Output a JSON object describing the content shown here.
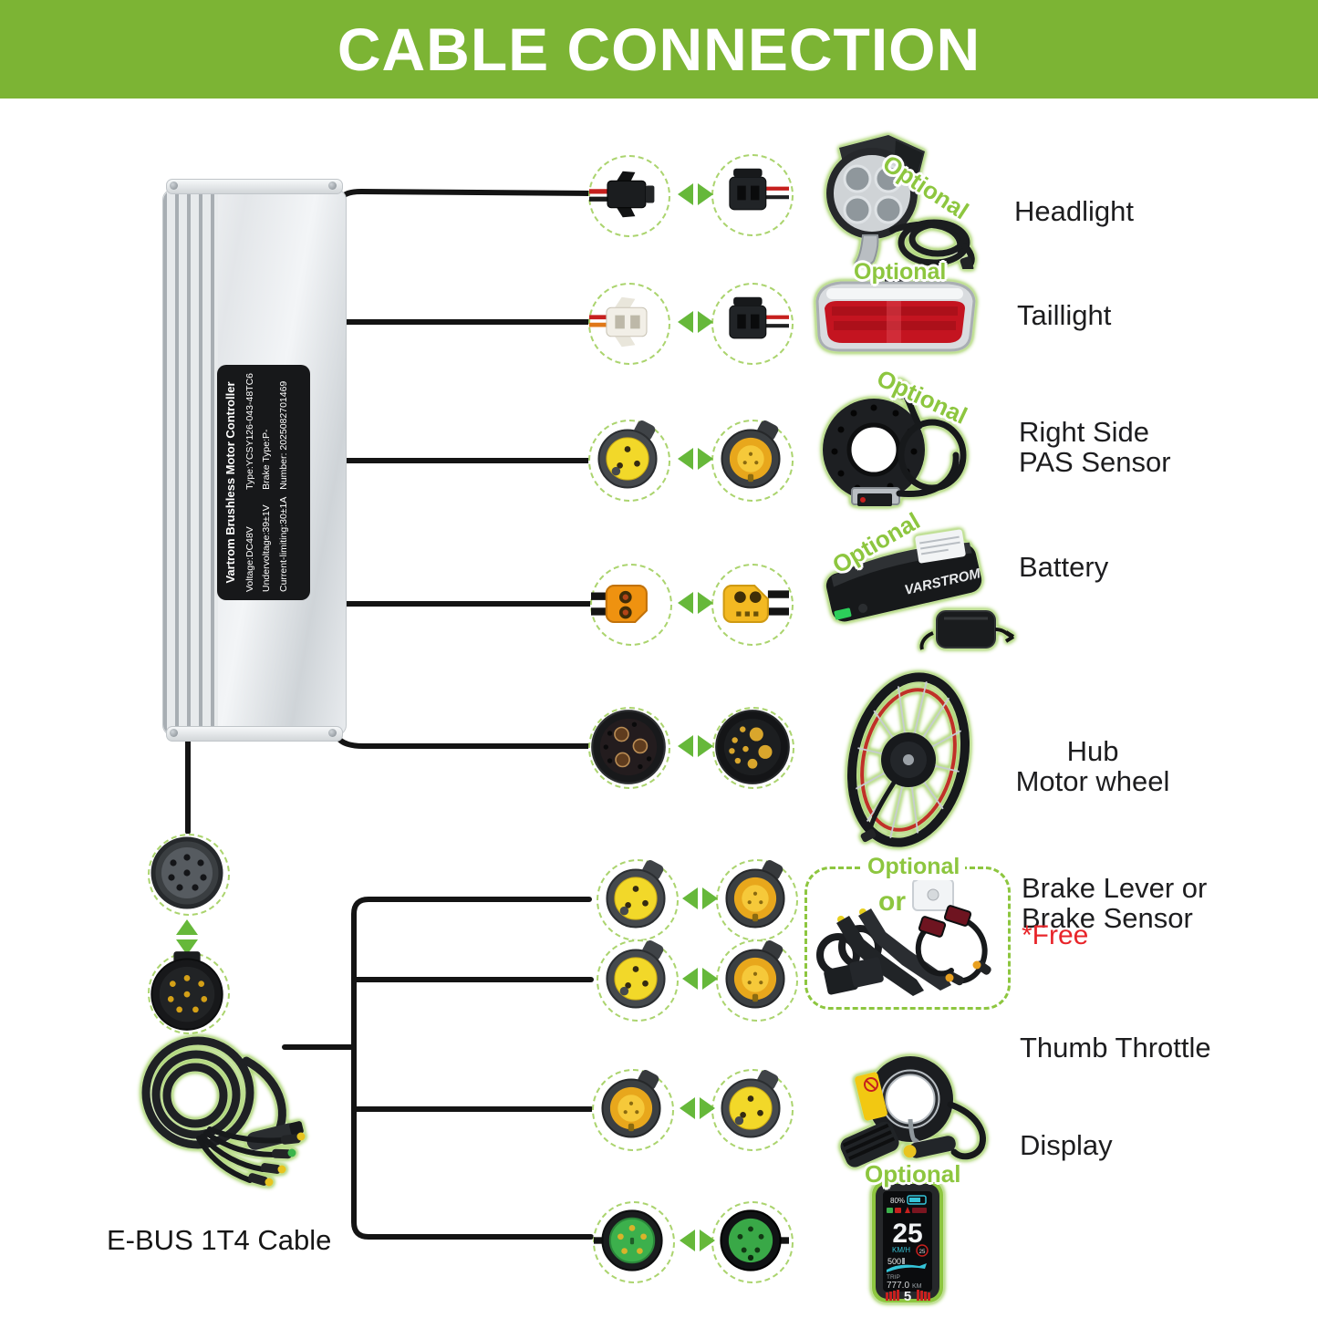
{
  "header": {
    "title": "CABLE CONNECTION"
  },
  "controller": {
    "label_title": "Vartrom Brushless Motor Controller",
    "specs_left": [
      "Voltage:DC48V",
      "Undervoltage:39±1V",
      "Current-limiting:30±1A"
    ],
    "specs_right": [
      "Type:YCSY126-043-48TC6",
      "Brake Type:P-",
      "Number: 2025082701469"
    ]
  },
  "badges": {
    "optional": "Optional",
    "or": "or",
    "free": "*Free"
  },
  "rows": [
    {
      "label": "Headlight"
    },
    {
      "label": "Taillight"
    },
    {
      "label": "Right Side\nPAS Sensor"
    },
    {
      "label": "Battery"
    },
    {
      "label": "Hub\nMotor wheel"
    },
    {
      "label": "Brake Lever or\nBrake Sensor"
    },
    {
      "label": "Thumb Throttle"
    },
    {
      "label": "Display"
    }
  ],
  "ebus_cable": {
    "label": "E-BUS 1T4 Cable"
  },
  "battery_brand": "VARSTROM",
  "display_screen": {
    "battery": "80%",
    "speed": "25",
    "speed_unit": "KM/H",
    "assist": "25",
    "power": "500",
    "trip_label": "TRIP",
    "trip_value": "777.0",
    "trip_unit": "KM",
    "gear": "5"
  },
  "colors": {
    "header_green": "#7cb434",
    "accent_green": "#8dc63f",
    "arrow_green": "#66b83a",
    "free_red": "#e8252a"
  }
}
